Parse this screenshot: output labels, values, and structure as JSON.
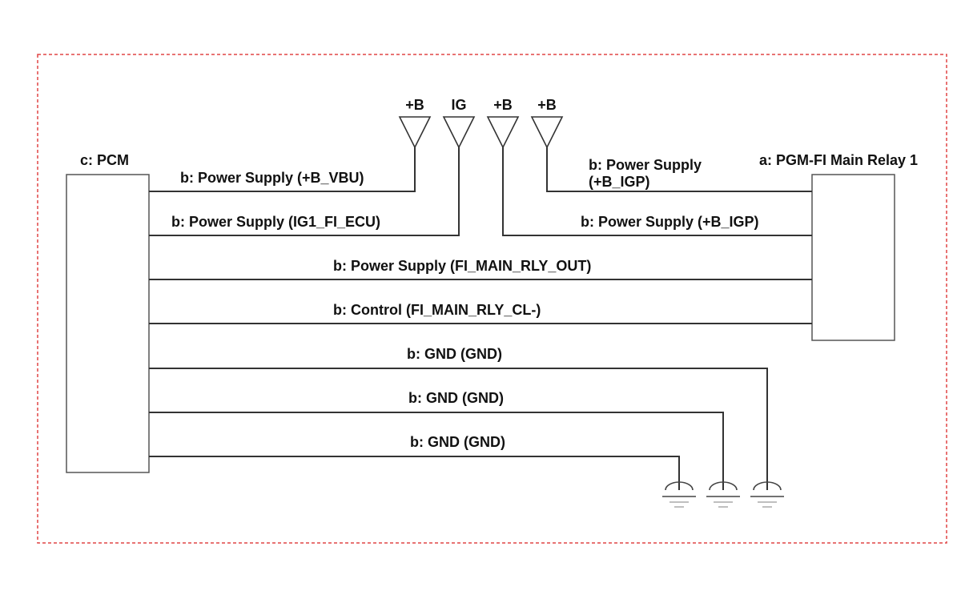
{
  "colors": {
    "frame": "#e04545",
    "wire": "#333333",
    "box": "#555555",
    "text": "#111111"
  },
  "components": {
    "pcm": "c: PCM",
    "relay": "a: PGM-FI Main Relay 1"
  },
  "supplies": [
    "+B",
    "IG",
    "+B",
    "+B"
  ],
  "wires": {
    "vbu": "b: Power Supply (+B_VBU)",
    "ig1": "b: Power Supply (IG1_FI_ECU)",
    "igp_top_line1": "b: Power Supply",
    "igp_top_line2": "(+B_IGP)",
    "igp": "b: Power Supply (+B_IGP)",
    "main_out": "b: Power Supply (FI_MAIN_RLY_OUT)",
    "control": "b: Control (FI_MAIN_RLY_CL-)",
    "gnd1": "b: GND (GND)",
    "gnd2": "b: GND (GND)",
    "gnd3": "b: GND (GND)"
  },
  "icons": {
    "power": "power-supply-triangle-icon",
    "ground": "ground-icon"
  }
}
